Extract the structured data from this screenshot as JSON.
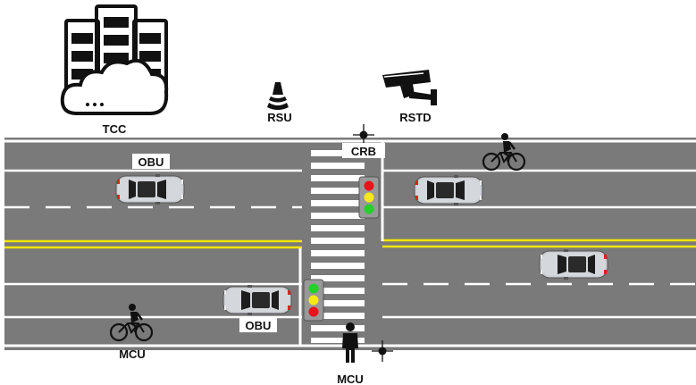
{
  "labels": {
    "tcc": "TCC",
    "rsu": "RSU",
    "rstd": "RSTD",
    "crb": "CRB",
    "obu_top": "OBU",
    "obu_bottom": "OBU",
    "mcu_left": "MCU",
    "mcu_bottom": "MCU"
  },
  "colors": {
    "road": "#7a7a7a",
    "lane_white": "#ffffff",
    "lane_yellow": "#f2e600",
    "car_body": "#c9ccd1",
    "glass": "#222222",
    "signal_red": "#e8141b",
    "signal_yellow": "#f7e81a",
    "signal_green": "#25d02a"
  },
  "icons": {
    "tcc": "server-cloud-icon",
    "rsu": "antenna-icon",
    "rstd": "cctv-camera-icon",
    "crb": "sensor-crosshair-icon",
    "bike": "cyclist-icon",
    "ped": "pedestrian-icon"
  }
}
